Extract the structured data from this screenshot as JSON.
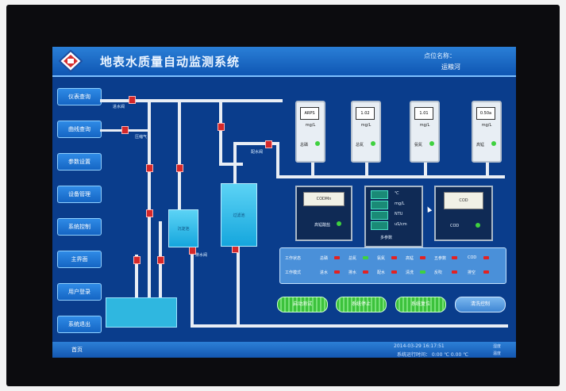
{
  "header": {
    "title": "地表水质量自动监测系统",
    "site_label": "点位名称：",
    "site_name": "运粮河"
  },
  "sidebar": {
    "items": [
      {
        "label": "仪表查询"
      },
      {
        "label": "曲线查询"
      },
      {
        "label": "参数设置"
      },
      {
        "label": "设备管理"
      },
      {
        "label": "系统控制"
      },
      {
        "label": "主界面"
      },
      {
        "label": "用户登录"
      },
      {
        "label": "系统退出"
      }
    ]
  },
  "process": {
    "valve_labels": [
      "进水阀",
      "压缩气",
      "排水阀",
      "配水阀"
    ],
    "tank1_label": "沉淀池",
    "tank2_label": "过滤池"
  },
  "gauges": [
    {
      "value": "ARPS",
      "unit": "mg/L",
      "name": "总磷"
    },
    {
      "value": "1.02",
      "unit": "mg/L",
      "name": "总氮"
    },
    {
      "value": "1.01",
      "unit": "mg/L",
      "name": "氨氮"
    },
    {
      "value": "0.50a",
      "unit": "mg/L",
      "name": "高锰"
    }
  ],
  "panels": {
    "left": {
      "display": "CODMn",
      "name": "高锰酸盐"
    },
    "multi": {
      "rows": [
        {
          "unit": "℃"
        },
        {
          "unit": "mg/L"
        },
        {
          "unit": "NTU"
        },
        {
          "unit": "uS/cm"
        }
      ],
      "name": "多参数"
    },
    "right": {
      "display": "COD",
      "name": "COD"
    }
  },
  "status": {
    "row1_label": "工作状态",
    "row2_label": "工作模式",
    "row1_items": [
      "总磷",
      "总氮",
      "氨氮",
      "高锰",
      "五参数",
      "COD"
    ],
    "row2_items": [
      "进水",
      "排水",
      "配水",
      "清洗",
      "反吹",
      "排空"
    ]
  },
  "buttons": {
    "start": "启动测试",
    "stop": "系统停止",
    "reset": "系统复位",
    "clean": "清洗控制"
  },
  "footer": {
    "left": "首页",
    "datetime": "2014-03-29 16:17:51",
    "run_label": "系统运行时间： 0:00  ℃  0.00  ℃",
    "r3": "湿度",
    "r4": "温度"
  },
  "colors": {
    "screen_bg": "#0a3d8c",
    "header": "#1f6fcc",
    "pipe": "#e9eef5",
    "valve": "#d4282a",
    "tank": "#2fb7e0",
    "led_ok": "#3fd13f",
    "led_alarm": "#e32222",
    "button_green": "#3cc23c"
  }
}
